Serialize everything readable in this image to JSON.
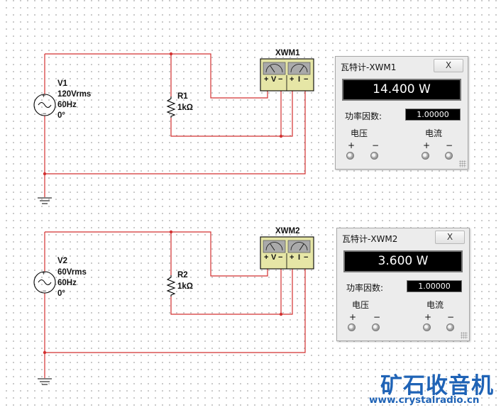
{
  "circuits": [
    {
      "source": {
        "name": "V1",
        "voltage": "120Vrms",
        "frequency": "60Hz",
        "phase": "0°"
      },
      "resistor": {
        "name": "R1",
        "value": "1kΩ"
      },
      "meter_name": "XWM1",
      "panel": {
        "title": "瓦特计-XWM1",
        "close_label": "X",
        "power_reading": "14.400 W",
        "pf_label": "功率因数:",
        "pf_value": "1.00000",
        "voltage_label": "电压",
        "current_label": "电流",
        "plus": "+",
        "minus": "−"
      }
    },
    {
      "source": {
        "name": "V2",
        "voltage": "60Vrms",
        "frequency": "60Hz",
        "phase": "0°"
      },
      "resistor": {
        "name": "R2",
        "value": "1kΩ"
      },
      "meter_name": "XWM2",
      "panel": {
        "title": "瓦特计-XWM2",
        "close_label": "X",
        "power_reading": "3.600 W",
        "pf_label": "功率因数:",
        "pf_value": "1.00000",
        "voltage_label": "电压",
        "current_label": "电流",
        "plus": "+",
        "minus": "−"
      }
    }
  ],
  "meter_symbol": {
    "v_label": "V",
    "i_label": "I",
    "plus": "+",
    "minus": "−"
  },
  "watermark": {
    "brand": "矿石收音机",
    "url": "www.crystalradio.cn"
  },
  "colors": {
    "wire": "#d23030",
    "panel_bg": "#ececec",
    "display_bg": "#000000",
    "watermark": "#1f63b6"
  }
}
